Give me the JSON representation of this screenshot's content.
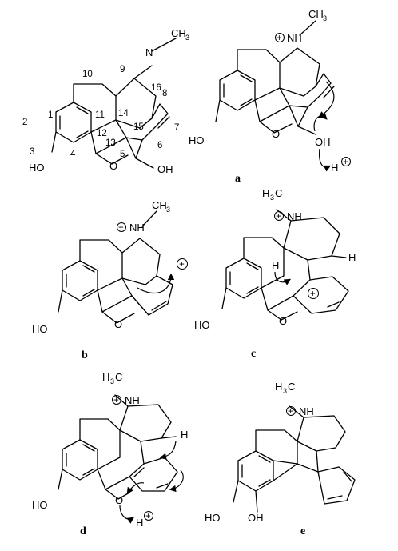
{
  "molecules": {
    "morphine": {
      "atom_numbers": [
        "1",
        "2",
        "3",
        "4",
        "5",
        "6",
        "7",
        "8",
        "9",
        "10",
        "11",
        "12",
        "13",
        "14",
        "15",
        "16"
      ],
      "labels": {
        "n": "N",
        "ch3": "CH",
        "ch3_sub": "3",
        "oh3": "HO",
        "oh6": "OH"
      }
    },
    "a": {
      "panel_label": "a",
      "nh": "NH",
      "ch3": "CH",
      "ch3_sub": "3",
      "oh_left": "HO",
      "oh_right": "OH",
      "proton": "H"
    },
    "b": {
      "panel_label": "b",
      "nh": "NH",
      "ch3": "CH",
      "ch3_sub": "3",
      "oh": "HO"
    },
    "c": {
      "panel_label": "c",
      "nh": "NH",
      "ch3_pre": "H",
      "ch3_sub": "3",
      "ch3_post": "C",
      "h_left": "H",
      "h_right": "H",
      "oh": "HO"
    },
    "d": {
      "panel_label": "d",
      "nh": "NH",
      "ch3_pre": "H",
      "ch3_sub": "3",
      "ch3_post": "C",
      "h_right": "H",
      "oh": "HO",
      "o": "O",
      "proton": "H"
    },
    "e": {
      "panel_label": "e",
      "nh": "NH",
      "ch3_pre": "H",
      "ch3_sub": "3",
      "ch3_post": "C",
      "ho": "HO",
      "oh": "OH"
    }
  }
}
